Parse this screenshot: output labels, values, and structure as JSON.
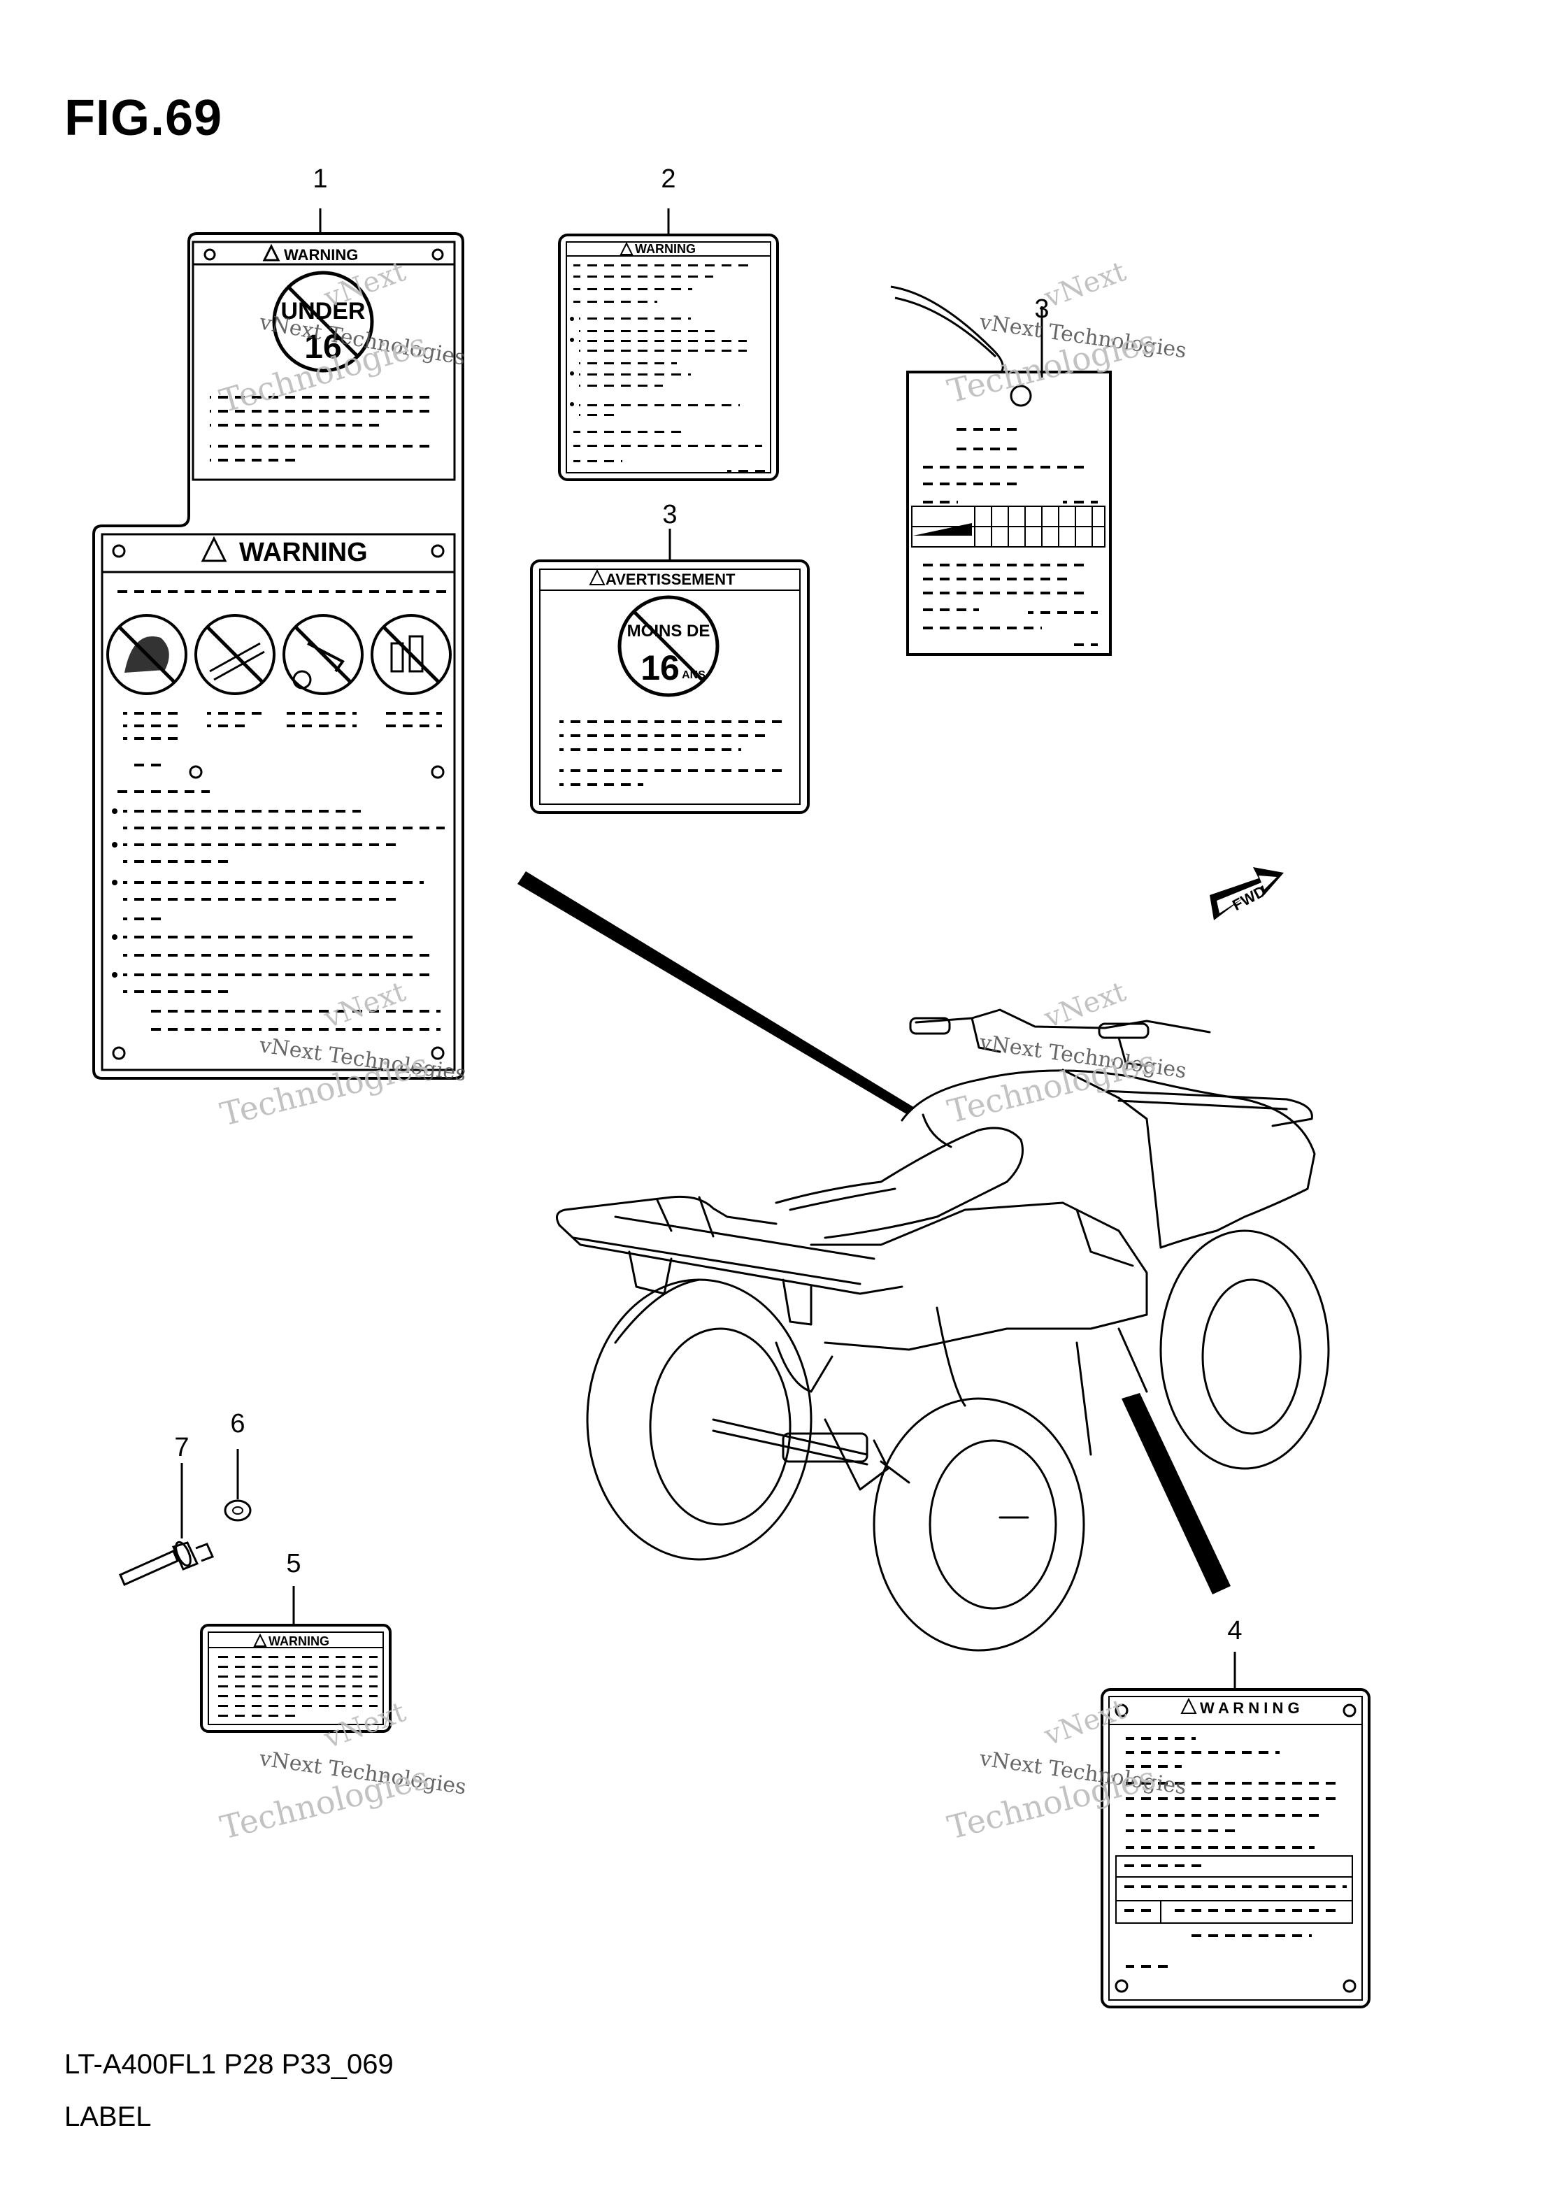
{
  "figure": {
    "title": "FIG.69",
    "code": "LT-A400FL1 P28 P33_069",
    "label": "LABEL"
  },
  "callouts": [
    "1",
    "2",
    "3",
    "3",
    "4",
    "5",
    "6",
    "7"
  ],
  "labels": {
    "warning_small": "WARNING",
    "warning_large": "WARNING",
    "under": "UNDER",
    "age": "16",
    "avertissement": "AVERTISSEMENT",
    "moins_de": "MOINS DE",
    "ans": "ANS",
    "fwd": "FWD",
    "warning_spaced": "W A R N I N G"
  },
  "watermark": {
    "line1": "vNext Technologies",
    "line2": "vNext",
    "line3": "Technologies"
  }
}
